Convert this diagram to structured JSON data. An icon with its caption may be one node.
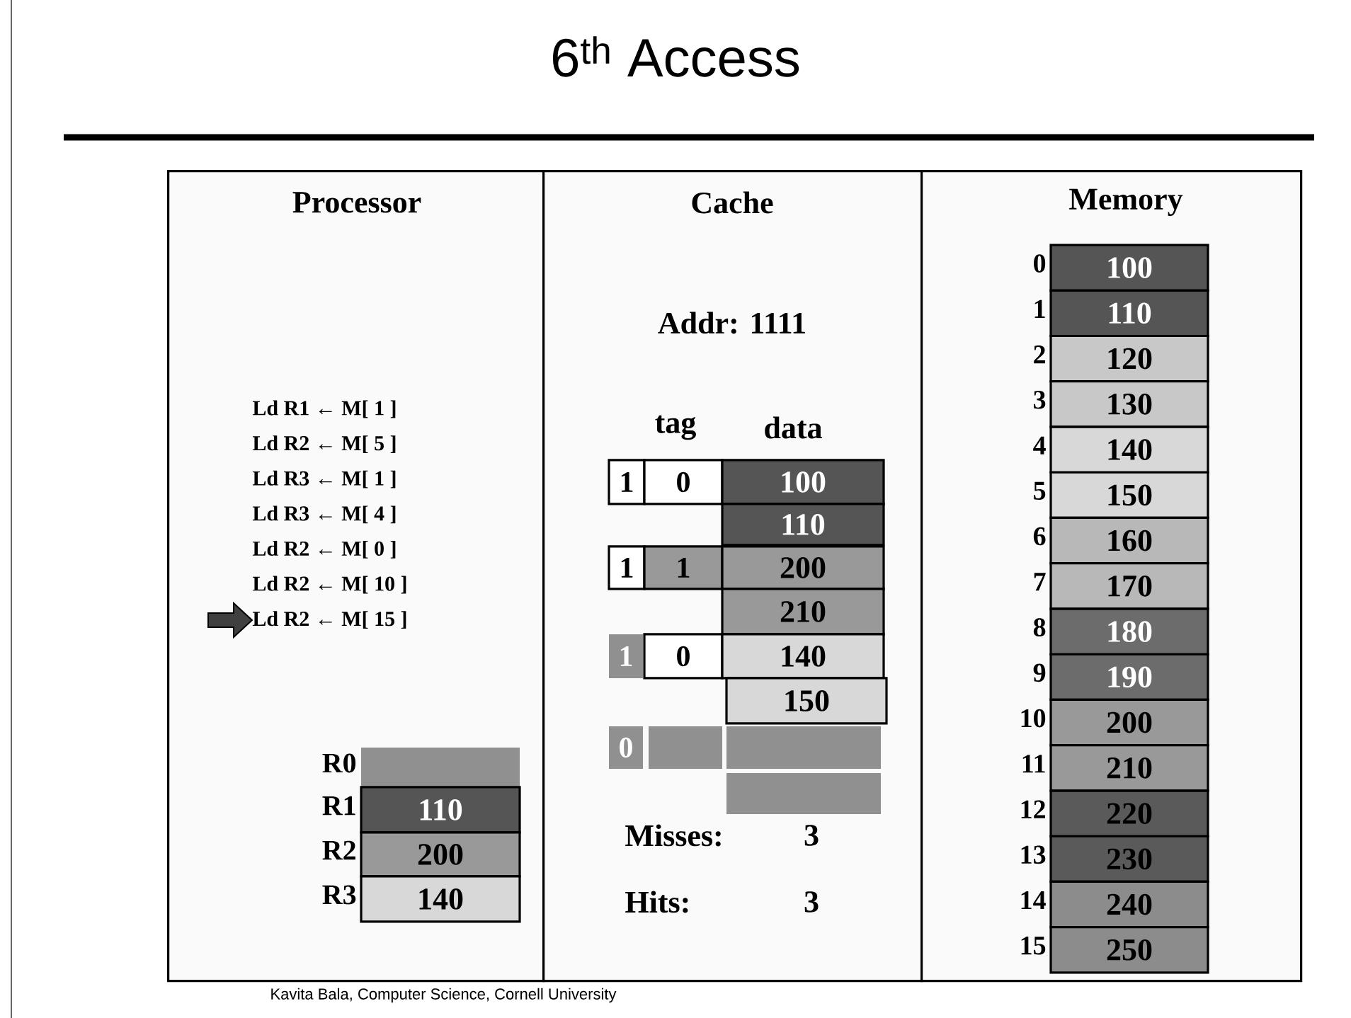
{
  "diagram": {
    "title": "6$^{th}$ Access",
    "caption": "Kavita Bala, Computer Science, Cornell University",
    "nodes": [
      {
        "text": [
          "Processor"
        ]
      },
      {
        "text": [
          "Cache"
        ]
      },
      {
        "text": [
          "Memory"
        ]
      },
      {
        "text": [],
        "shape": "box",
        "beside": [
          "R0"
        ],
        "in": 0
      },
      {
        "text": [
          "110"
        ],
        "beside": [
          "R1"
        ],
        "in": 0
      },
      {
        "text": [
          "200"
        ],
        "beside": [
          "R2"
        ],
        "in": 0
      },
      {
        "text": [
          "140"
        ],
        "beside": [
          "R3"
        ],
        "in": 0
      },
      {
        "text": [
          "1"
        ],
        "in": 1
      },
      {
        "text": [
          "0"
        ],
        "in": 1
      },
      {
        "text": [
          "100"
        ],
        "in": 1
      },
      {
        "text": [
          "110"
        ],
        "in": 1
      },
      {
        "text": [
          "1"
        ],
        "in": 1
      },
      {
        "text": [
          "1"
        ],
        "in": 1
      },
      {
        "text": [
          "200"
        ],
        "in": 1
      },
      {
        "text": [
          "210"
        ],
        "in": 1
      },
      {
        "text": [
          "1"
        ],
        "in": 1
      },
      {
        "text": [
          "0"
        ],
        "in": 1
      },
      {
        "text": [
          "140"
        ],
        "in": 1
      },
      {
        "text": [
          "150"
        ],
        "in": 1
      },
      {
        "text": [
          "0"
        ],
        "in": 1
      },
      {
        "text": [],
        "shape": "box",
        "in": 1
      },
      {
        "text": [],
        "shape": "box",
        "in": 1
      },
      {
        "text": [],
        "shape": "box",
        "in": 1
      },
      {
        "text": [
          "100"
        ],
        "beside": [
          "0"
        ],
        "in": 2
      },
      {
        "text": [
          "110"
        ],
        "beside": [
          "1"
        ],
        "in": 2
      },
      {
        "text": [
          "120"
        ],
        "beside": [
          "2"
        ],
        "in": 2
      },
      {
        "text": [
          "130"
        ],
        "beside": [
          "3"
        ],
        "in": 2
      },
      {
        "text": [
          "140"
        ],
        "beside": [
          "4"
        ],
        "in": 2
      },
      {
        "text": [
          "150"
        ],
        "beside": [
          "5"
        ],
        "in": 2
      },
      {
        "text": [
          "160"
        ],
        "beside": [
          "6"
        ],
        "in": 2
      },
      {
        "text": [
          "170"
        ],
        "beside": [
          "7"
        ],
        "in": 2
      },
      {
        "text": [
          "180"
        ],
        "beside": [
          "8"
        ],
        "in": 2
      },
      {
        "text": [
          "190"
        ],
        "beside": [
          "9"
        ],
        "in": 2
      },
      {
        "text": [
          "200"
        ],
        "beside": [
          "10"
        ],
        "in": 2
      },
      {
        "text": [
          "210"
        ],
        "beside": [
          "11"
        ],
        "in": 2
      },
      {
        "text": [
          "220"
        ],
        "beside": [
          "12"
        ],
        "in": 2
      },
      {
        "text": [
          "230"
        ],
        "beside": [
          "13"
        ],
        "in": 2
      },
      {
        "text": [
          "240"
        ],
        "beside": [
          "14"
        ],
        "in": 2
      },
      {
        "text": [
          "250"
        ],
        "beside": [
          "15"
        ],
        "in": 2
      }
    ],
    "labels": [
      "Ld R1 ← M[ 1 ]",
      "Ld R2 ← M[ 5 ]",
      "Ld R3 ← M[ 1 ]",
      "Ld R3 ← M[ 4 ]",
      "Ld R2 ← M[ 0 ]",
      "Ld R2 ← M[ 10 ]",
      "Ld R2 ← M[ 15 ]",
      "Addr: 1111",
      "tag",
      "data",
      "Misses:",
      "3",
      "Hits:",
      "3"
    ]
  }
}
